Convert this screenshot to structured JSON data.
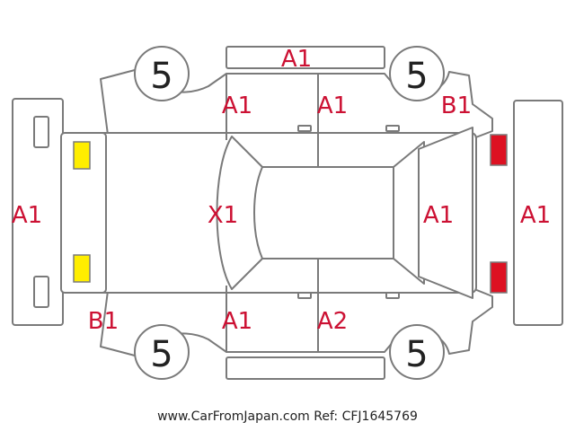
{
  "colors": {
    "outline": "#7a7a7a",
    "label": "#cc1133",
    "front_lamp": "#ffee00",
    "rear_lamp": "#dd1122",
    "tire_text": "#222222"
  },
  "tires": {
    "front_left": "5",
    "rear_left": "5",
    "front_right": "5",
    "rear_right": "5"
  },
  "labels": {
    "front_bumper": "A1",
    "hood": "X1",
    "front_left_corner": "B1",
    "left_front_door": "A1",
    "left_rear_door": "A2",
    "top_panel": "A1",
    "right_front_door": "A1",
    "right_rear_door": "A1",
    "rear_right_corner": "B1",
    "rear_panel": "A1",
    "rear_bumper": "A1"
  },
  "footer": {
    "text": "www.CarFromJapan.com Ref: CFJ1645769"
  }
}
